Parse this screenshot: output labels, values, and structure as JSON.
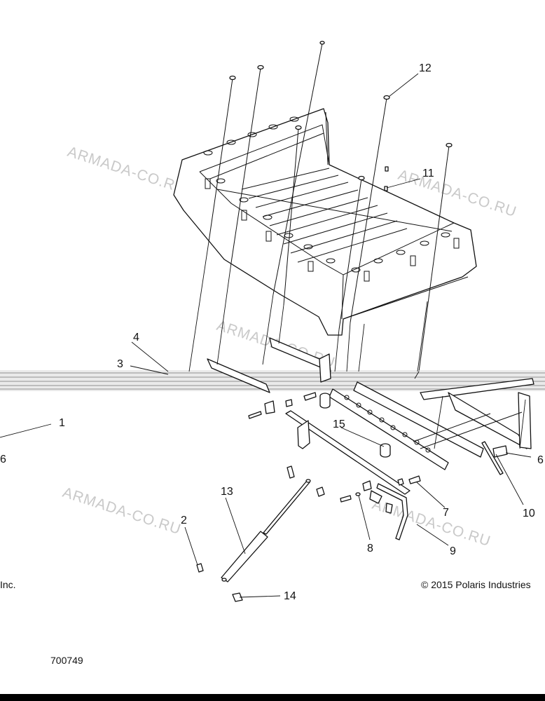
{
  "watermark": "ARMADA-CO.RU",
  "callouts": {
    "c1": "1",
    "c2": "2",
    "c3": "3",
    "c4": "4",
    "c6a": "6",
    "c6b": "6",
    "c7": "7",
    "c8": "8",
    "c9": "9",
    "c10": "10",
    "c11": "11",
    "c12": "12",
    "c13": "13",
    "c14": "14",
    "c15": "15"
  },
  "footer": {
    "copyright_left": "Inc.",
    "copyright_right": "© 2015 Polaris Industries",
    "drawing_number": "700749"
  },
  "colors": {
    "line": "#111111",
    "watermark": "#c9c9c9",
    "background": "#ffffff"
  }
}
